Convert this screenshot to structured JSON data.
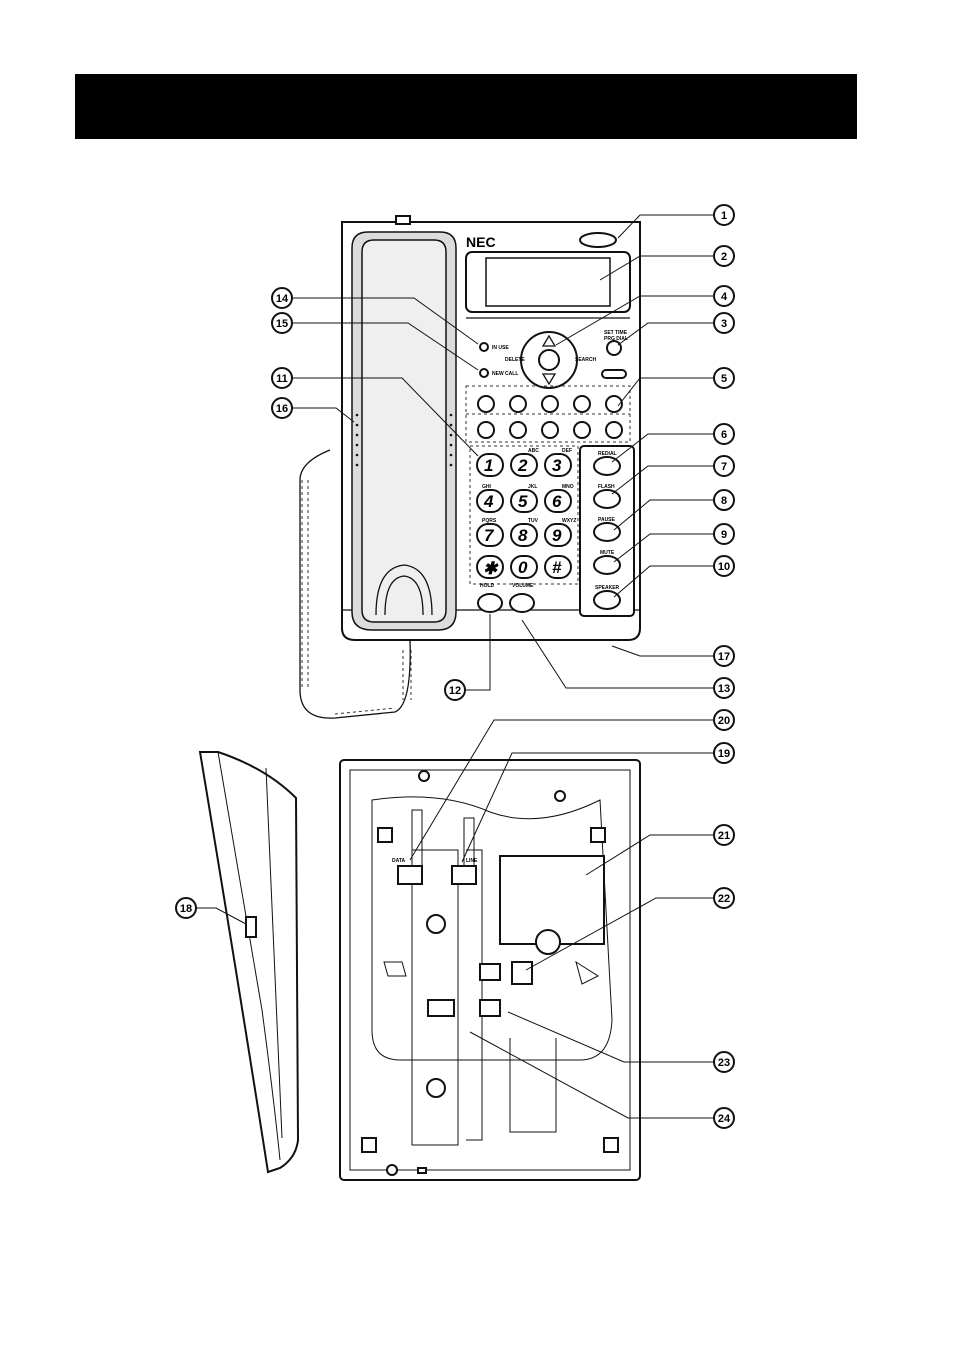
{
  "brand": "NEC",
  "phone_labels": {
    "in_use": "IN USE",
    "new_call": "NEW CALL",
    "delete": "DELETE",
    "search": "SEARCH",
    "set_time": "SET TIME",
    "prg_dial": "PRG DIAL",
    "redial": "REDIAL",
    "flash": "FLASH",
    "pause": "PAUSE",
    "mute": "MUTE",
    "speaker": "SPEAKER",
    "hold": "HOLD",
    "volume": "VOLUME",
    "data_port": "DATA",
    "line_port": "LINE"
  },
  "keypad": {
    "keys": [
      "1",
      "2",
      "3",
      "4",
      "5",
      "6",
      "7",
      "8",
      "9",
      "✱",
      "0",
      "#"
    ],
    "letters": [
      "",
      "ABC",
      "DEF",
      "GHI",
      "JKL",
      "MNO",
      "PQRS",
      "TUV",
      "WXYZ",
      "",
      "",
      ""
    ]
  },
  "callouts": [
    "1",
    "2",
    "3",
    "4",
    "5",
    "6",
    "7",
    "8",
    "9",
    "10",
    "11",
    "12",
    "13",
    "14",
    "15",
    "16",
    "17",
    "18",
    "19",
    "20",
    "21",
    "22",
    "23",
    "24"
  ]
}
